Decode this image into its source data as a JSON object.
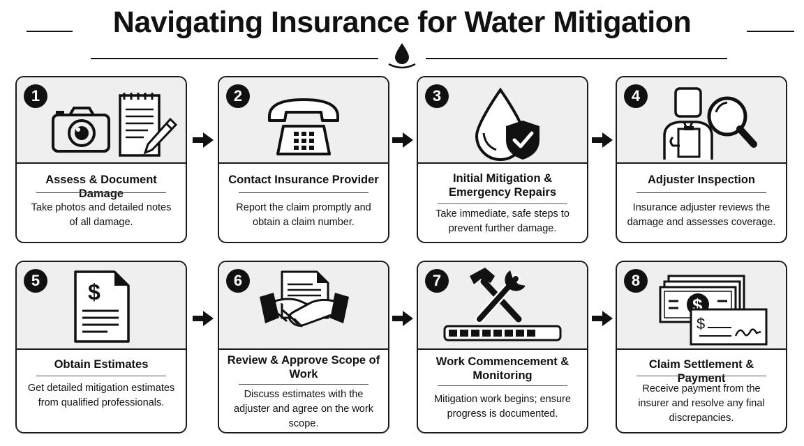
{
  "title": "Navigating Insurance for Water Mitigation",
  "steps": [
    {
      "number": "1",
      "title": "Assess & Document Damage",
      "description": "Take photos and detailed notes of all damage."
    },
    {
      "number": "2",
      "title": "Contact Insurance Provider",
      "description": "Report the claim promptly and obtain a claim number."
    },
    {
      "number": "3",
      "title": "Initial Mitigation & Emergency Repairs",
      "description": "Take immediate, safe steps to prevent further damage."
    },
    {
      "number": "4",
      "title": "Adjuster Inspection",
      "description": "Insurance adjuster reviews the damage and assesses coverage."
    },
    {
      "number": "5",
      "title": "Obtain Estimates",
      "description": "Get detailed mitigation estimates from qualified professionals."
    },
    {
      "number": "6",
      "title": "Review & Approve Scope of Work",
      "description": "Discuss estimates with the adjuster and agree on the work scope."
    },
    {
      "number": "7",
      "title": "Work Commencement & Monitoring",
      "description": "Mitigation work begins; ensure progress is documented."
    },
    {
      "number": "8",
      "title": "Claim Settlement & Payment",
      "description": "Receive payment from the insurer and resolve any final discrepancies."
    }
  ],
  "icons": {
    "step1": [
      "camera-icon",
      "notepad-pencil-icon"
    ],
    "step2": [
      "telephone-icon"
    ],
    "step3": [
      "water-drop-shield-icon"
    ],
    "step4": [
      "adjuster-magnifier-icon"
    ],
    "step5": [
      "estimate-document-icon"
    ],
    "step6": [
      "handshake-document-icon"
    ],
    "step7": [
      "hammer-wrench-progress-icon"
    ],
    "step8": [
      "money-check-icon"
    ]
  },
  "money_symbol": "$",
  "colors": {
    "ink": "#111111",
    "panel": "#efefef",
    "background": "#ffffff"
  }
}
